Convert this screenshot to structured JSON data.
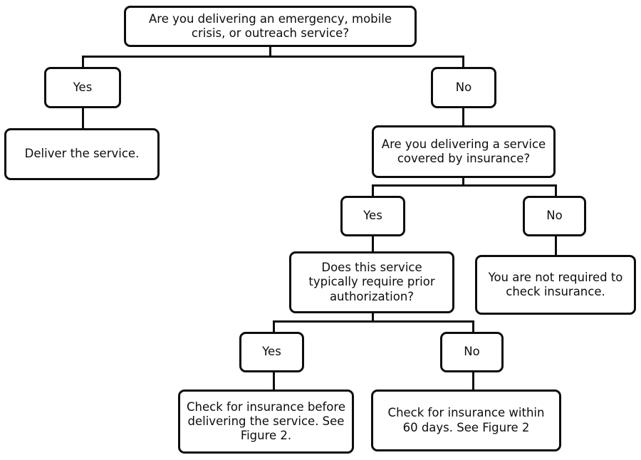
{
  "figure": {
    "type": "decision-tree-flowchart",
    "background_color": "#ffffff",
    "line_color": "#0d0d0d",
    "node_fill": "#ffffff"
  },
  "nodes": {
    "root_question": "Are you delivering an emergency, mobile crisis, or outreach service?",
    "root_yes": "Yes",
    "root_no": "No",
    "deliver_service": "Deliver the service.",
    "covered_question": "Are you delivering a service covered by insurance?",
    "covered_yes": "Yes",
    "covered_no": "No",
    "prior_auth_question": "Does this service typically require prior authorization?",
    "not_required": "You are not required to check insurance.",
    "auth_yes": "Yes",
    "auth_no": "No",
    "check_before": "Check for insurance before delivering the service. See Figure 2.",
    "check_within_60": "Check for insurance within 60 days. See Figure 2"
  },
  "tree": {
    "question_1": {
      "text": "Are you delivering an emergency, mobile crisis, or outreach service?",
      "branches": [
        {
          "answer": "Yes",
          "result": "Deliver the service."
        },
        {
          "answer": "No",
          "next": "question_2"
        }
      ]
    },
    "question_2": {
      "text": "Are you delivering a service covered by insurance?",
      "branches": [
        {
          "answer": "Yes",
          "next": "question_3"
        },
        {
          "answer": "No",
          "result": "You are not required to check insurance."
        }
      ]
    },
    "question_3": {
      "text": "Does this service typically require prior authorization?",
      "branches": [
        {
          "answer": "Yes",
          "result": "Check for insurance before delivering the service. See Figure 2."
        },
        {
          "answer": "No",
          "result": "Check for insurance within 60 days. See Figure 2"
        }
      ]
    }
  }
}
